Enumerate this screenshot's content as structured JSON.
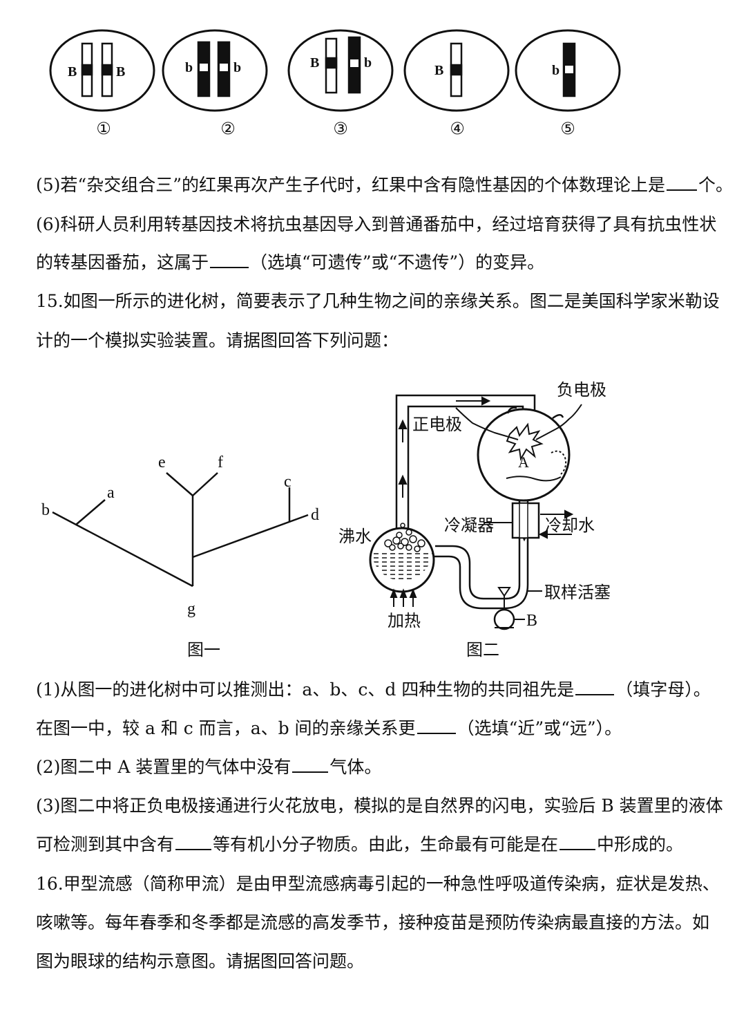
{
  "cells": [
    {
      "number": "①",
      "left_label": "B",
      "right_label": "B"
    },
    {
      "number": "②",
      "left_label": "b",
      "right_label": "b"
    },
    {
      "number": "③",
      "left_label": "B",
      "right_label": "b"
    },
    {
      "number": "④",
      "left_label": "B",
      "right_label": ""
    },
    {
      "number": "⑤",
      "left_label": "b",
      "right_label": ""
    }
  ],
  "q14": {
    "q5_a": "(5)若“杂交组合三”的红果再次产生子代时，红果中含有隐性基因的个体数理论上是",
    "q5_b": "个。",
    "q6_a": "(6)科研人员利用转基因技术将抗虫基因导入到普通番茄中，经过培育获得了具有抗虫性状",
    "q6_b1": "的转基因番茄，这属于",
    "q6_b2": "（选填“可遗传”或“不遗传”）的变异。"
  },
  "q15": {
    "intro_1": "15.如图一所示的进化树，简要表示了几种生物之间的亲缘关系。图二是美国科学家米勒设",
    "intro_2": "计的一个模拟实验装置。请据图回答下列问题：",
    "q1_a1": "(1)从图一的进化树中可以推测出：a、b、c、d 四种生物的共同祖先是",
    "q1_a2": "（填字母）。",
    "q1_b1": "在图一中，较 a 和 c 而言，a、b 间的亲缘关系更",
    "q1_b2": "（选填“近”或“远”）。",
    "q2_1": "(2)图二中 A 装置里的气体中没有",
    "q2_2": "气体。",
    "q3_a": "(3)图二中将正负电极接通进行火花放电，模拟的是自然界的闪电，实验后 B 装置里的液体",
    "q3_b1": "可检测到其中含有",
    "q3_b2": "等有机小分子物质。由此，生命最有可能是在",
    "q3_b3": "中形成的。"
  },
  "q16": {
    "line_1": "16.甲型流感（简称甲流）是由甲型流感病毒引起的一种急性呼吸道传染病，症状是发热、",
    "line_2": "咳嗽等。每年春季和冬季都是流感的高发季节，接种疫苗是预防传染病最直接的方法。如",
    "line_3": "图为眼球的结构示意图。请据图回答问题。"
  },
  "figure1": {
    "caption": "图一",
    "labels": {
      "a": "a",
      "b": "b",
      "c": "c",
      "d": "d",
      "e": "e",
      "f": "f",
      "g": "g"
    }
  },
  "figure2": {
    "caption": "图二",
    "neg_electrode": "负电极",
    "pos_electrode": "正电极",
    "chamber_a": "A",
    "condenser": "冷凝器",
    "cooling_water": "冷却水",
    "boiling_water": "沸水",
    "heating": "加热",
    "stopcock": "取样活塞",
    "flask_b": "B"
  }
}
